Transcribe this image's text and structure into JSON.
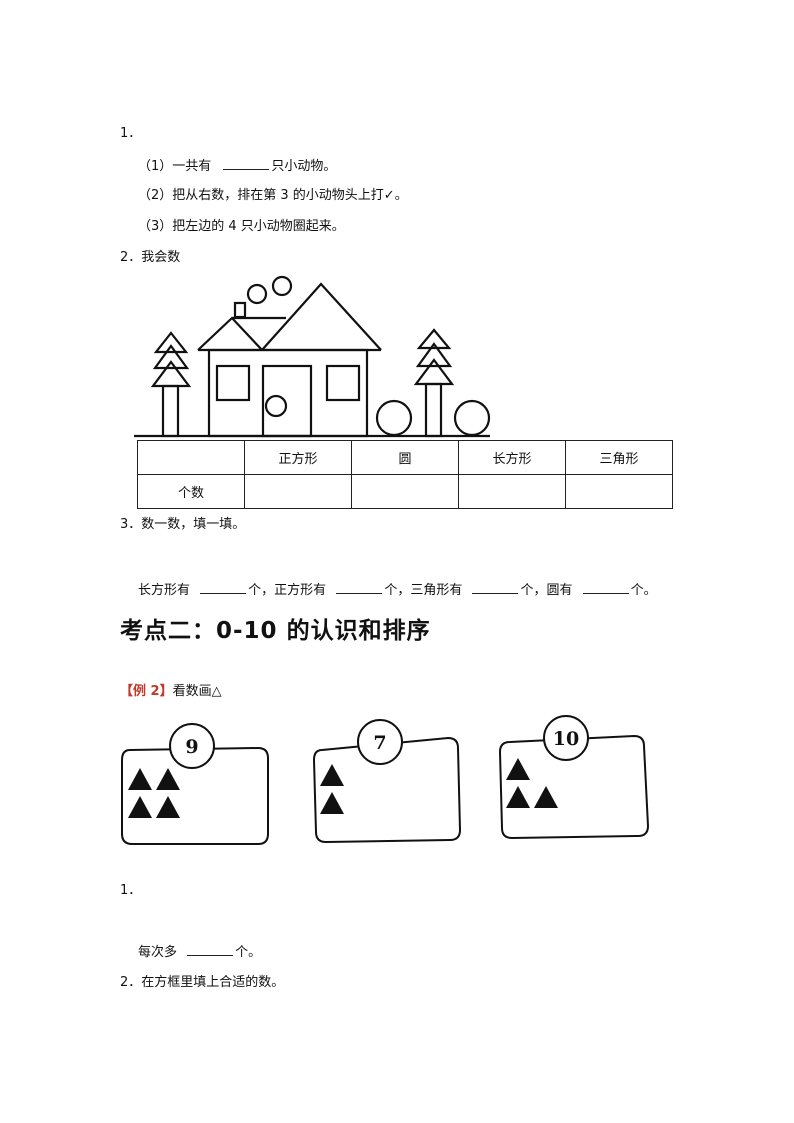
{
  "q1": {
    "number": "1．",
    "item1_prefix": "（1）一共有",
    "item1_suffix": "只小动物。",
    "item2": "（2）把从右数，排在第 3 的小动物头上打✓。",
    "item3": "（3）把左边的 4 只小动物圈起来。"
  },
  "q2": {
    "title": "2．我会数",
    "table": {
      "headers": [
        "",
        "正方形",
        "圆",
        "长方形",
        "三角形"
      ],
      "row_label": "个数"
    }
  },
  "q3": {
    "title": "3．数一数，填一填。",
    "parts": [
      "长方形有",
      "个，正方形有",
      "个，三角形有",
      "个，圆有",
      "个。"
    ]
  },
  "section": {
    "heading": "考点二：0-10 的认识和排序"
  },
  "example": {
    "tag": "【例 2】",
    "title": "看数画△",
    "cards": [
      {
        "number": "9",
        "triangles": 4
      },
      {
        "number": "7",
        "triangles": 2
      },
      {
        "number": "10",
        "triangles": 3
      }
    ]
  },
  "ex_q1": {
    "number": "1．",
    "prefix": "每次多",
    "suffix": "个。"
  },
  "ex_q2": {
    "title": "2．在方框里填上合适的数。"
  }
}
